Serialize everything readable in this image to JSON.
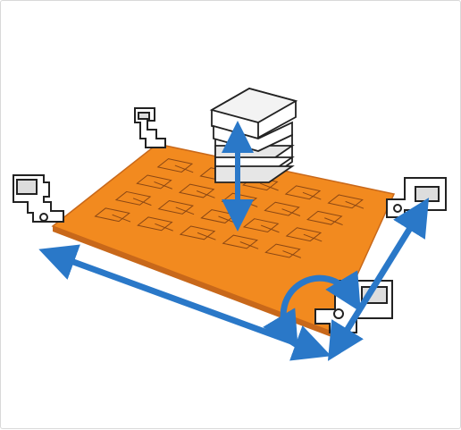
{
  "diagram": {
    "subject": "panel-alignment-stage",
    "colors": {
      "board": "#f28a1f",
      "board_edge": "#c8681a",
      "arrow": "#2a78c8",
      "outline": "#222222",
      "block_fill": "#ffffff",
      "block_shade": "#e6e6e6",
      "trace": "#7a3c12"
    },
    "motions": [
      "x-travel",
      "y-travel",
      "z-travel",
      "theta-rotation"
    ],
    "icons": [
      "clamp-icon",
      "camera-stack-icon",
      "board-icon"
    ]
  }
}
